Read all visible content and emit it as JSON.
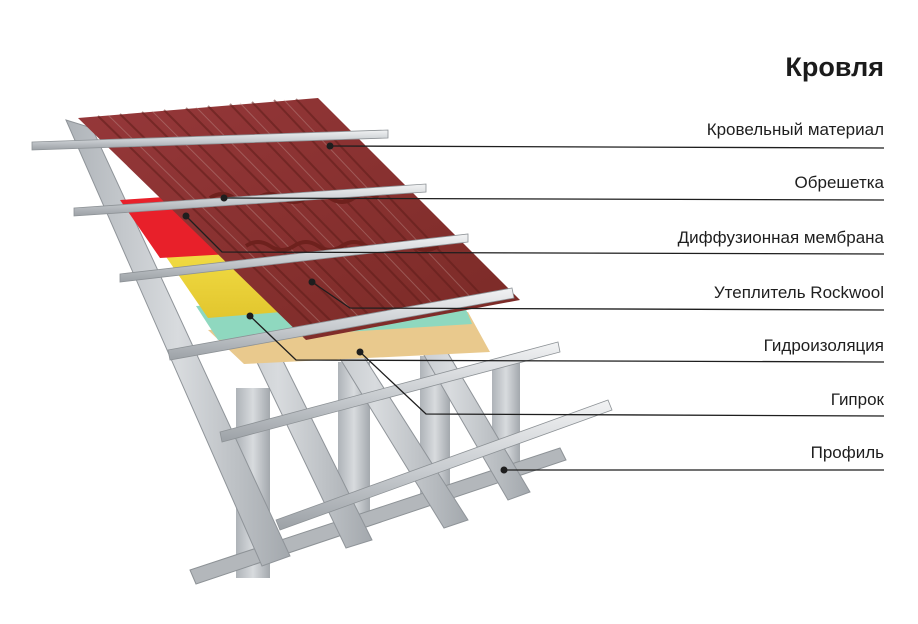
{
  "title": "Кровля",
  "layers": [
    {
      "label": "Кровельный материал"
    },
    {
      "label": "Обрешетка"
    },
    {
      "label": "Диффузионная мембрана"
    },
    {
      "label": "Утеплитель Rockwool"
    },
    {
      "label": "Гидроизоляция"
    },
    {
      "label": "Гипрок"
    },
    {
      "label": "Профиль"
    }
  ],
  "colors": {
    "roofing": "#8a2f2a",
    "roofing_dark": "#6e211d",
    "membrane": "#e8202a",
    "insulation": "#f2d93a",
    "waterproofing": "#7fd3b8",
    "drywall": "#e9c98d",
    "profile": "#c4c8cc",
    "leader_line": "#1e1e1e"
  }
}
